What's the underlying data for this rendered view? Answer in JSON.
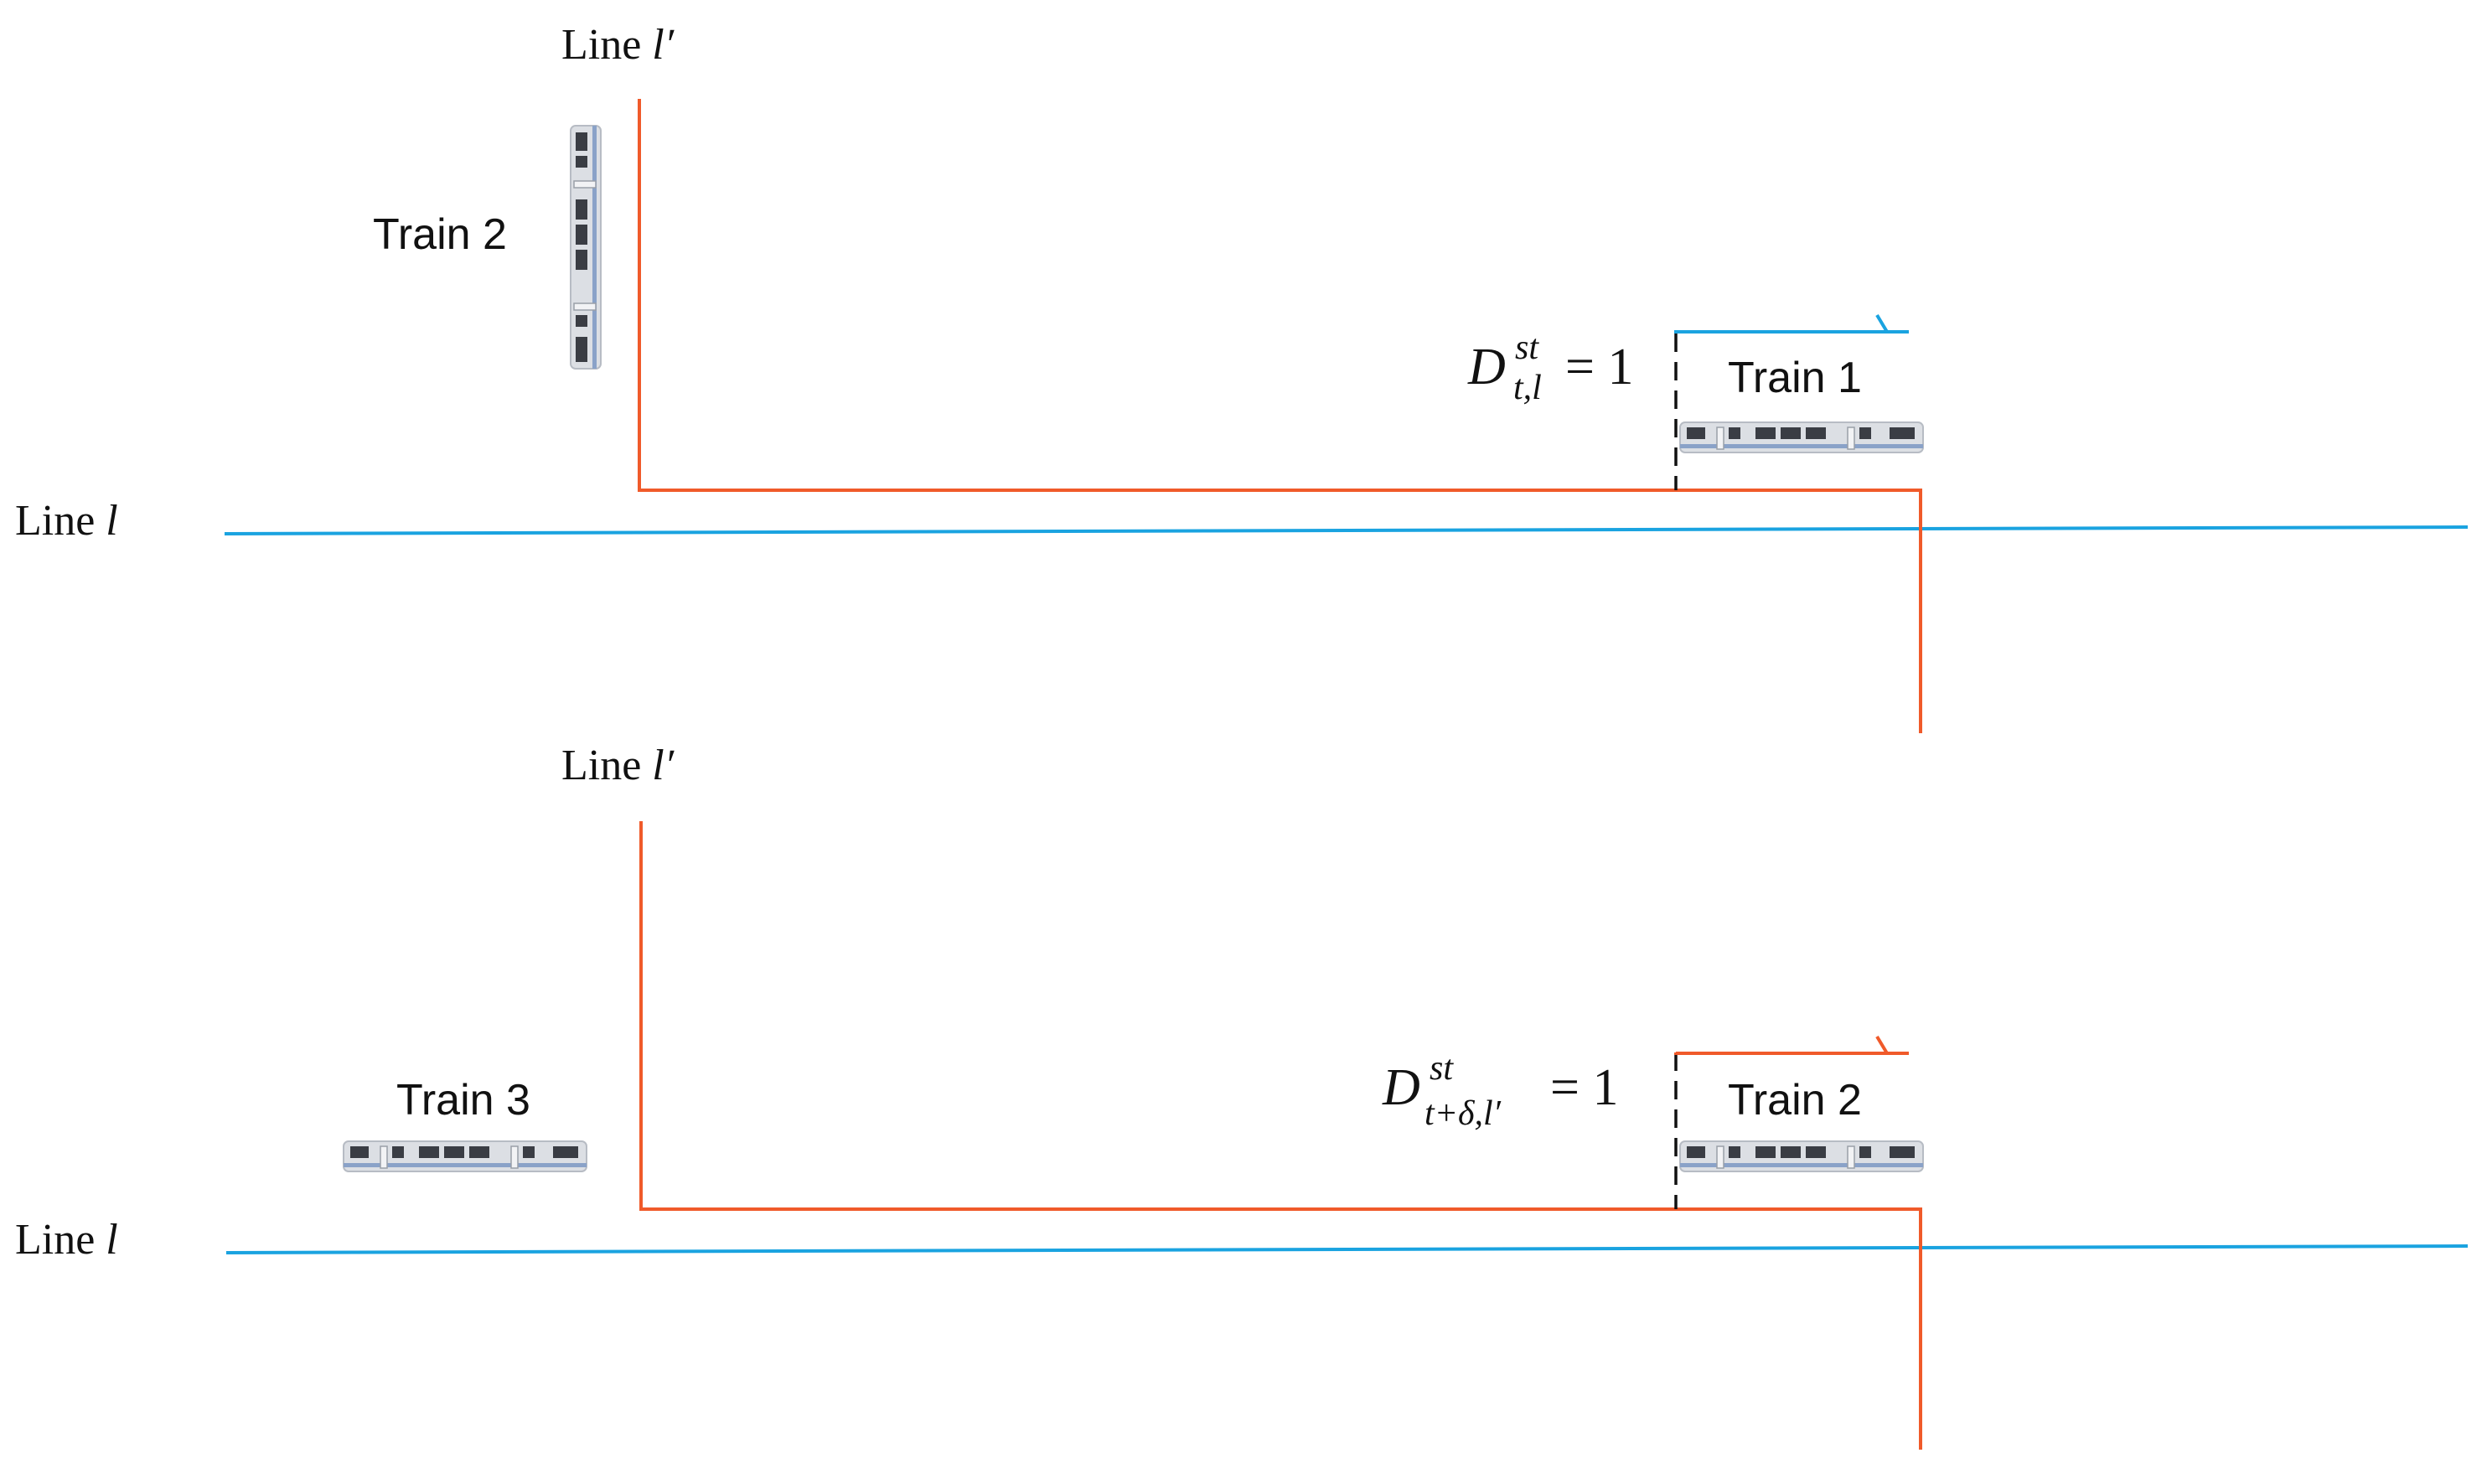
{
  "colors": {
    "line_l": "#1aa3e0",
    "line_l_prime": "#f05a2a",
    "dashed": "#111111",
    "text": "#111111",
    "train_body": "#dcdfe4",
    "train_window": "#3a3d44",
    "train_stripe": "#8aa2c8"
  },
  "panel_top": {
    "line_l_prime_label": {
      "prefix": "Line ",
      "symbol": "l′"
    },
    "line_l_label": {
      "prefix": "Line ",
      "symbol": "l"
    },
    "train_vertical_label": "Train 2",
    "train_horizontal_label": "Train 1",
    "equation": {
      "base": "D",
      "sup": "st",
      "sub": "t,l",
      "rhs": "= 1"
    },
    "arrow_color_key": "line_l"
  },
  "panel_bottom": {
    "line_l_prime_label": {
      "prefix": "Line ",
      "symbol": "l′"
    },
    "line_l_label": {
      "prefix": "Line ",
      "symbol": "l"
    },
    "train_left_label": "Train 3",
    "train_horizontal_label": "Train 2",
    "equation": {
      "base": "D",
      "sup": "st",
      "sub": "t+δ,l′",
      "rhs": "= 1"
    },
    "arrow_color_key": "line_l_prime"
  }
}
